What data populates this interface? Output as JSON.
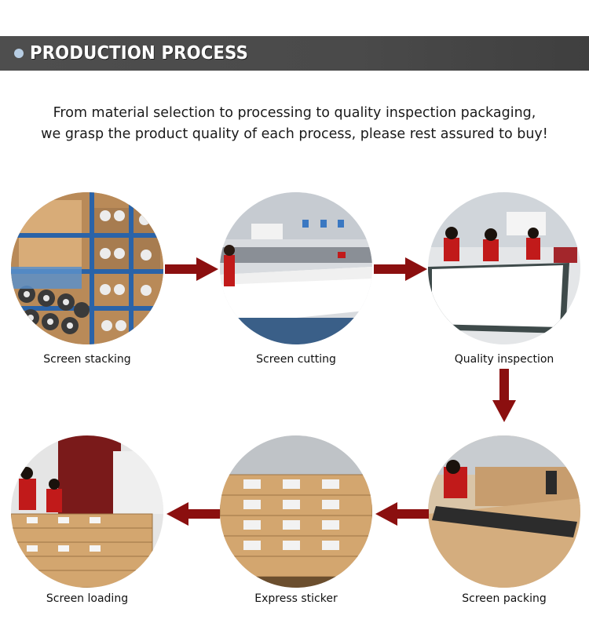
{
  "header": {
    "title": "PRODUCTION PROCESS"
  },
  "intro": {
    "line1": "From material selection to processing to quality inspection  packaging,",
    "line2": "we grasp the product quality of each process, please rest assured to buy!"
  },
  "steps": [
    {
      "label": "Screen stacking"
    },
    {
      "label": "Screen cutting"
    },
    {
      "label": "Quality inspection"
    },
    {
      "label": "Screen packing"
    },
    {
      "label": "Express sticker"
    },
    {
      "label": "Screen loading"
    }
  ],
  "colors": {
    "banner": "#4b4b4b",
    "accent_dot": "#b7cde3",
    "arrow": "#8b0f0f"
  }
}
